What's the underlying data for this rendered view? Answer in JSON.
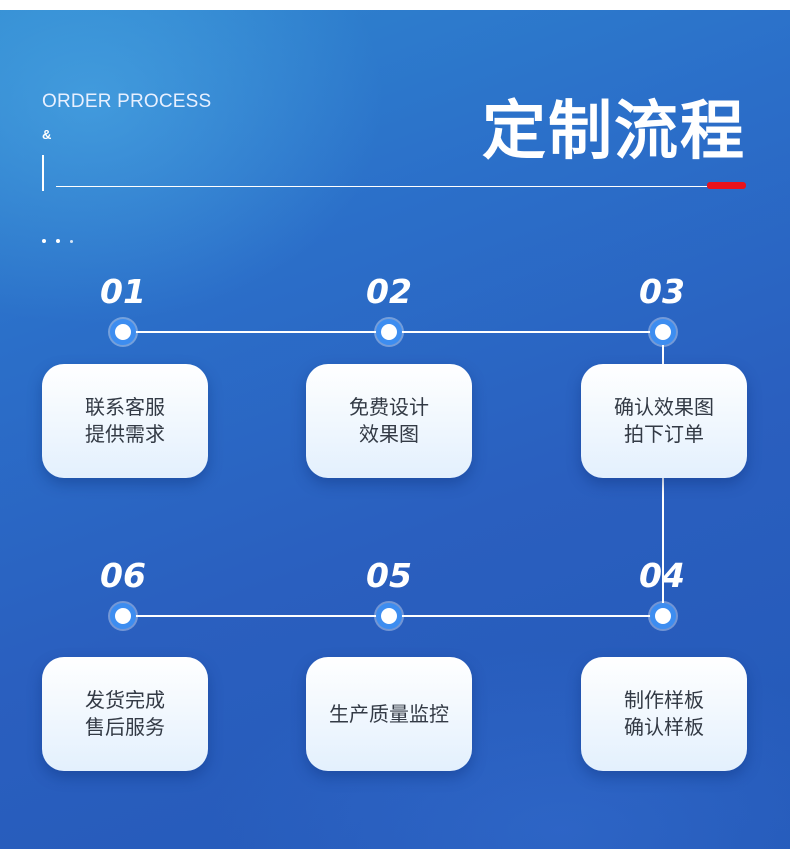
{
  "header": {
    "en_title": "ORDER PROCESS",
    "ampersand": "&",
    "cn_title": "定制流程"
  },
  "colors": {
    "accent_red": "#e8121b",
    "node_blue": "#3d8df0",
    "background_blue": "#2a5fbf"
  },
  "steps": [
    {
      "num": "01",
      "line1": "联系客服",
      "line2": "提供需求"
    },
    {
      "num": "02",
      "line1": "免费设计",
      "line2": "效果图"
    },
    {
      "num": "03",
      "line1": "确认效果图",
      "line2": "拍下订单"
    },
    {
      "num": "04",
      "line1": "制作样板",
      "line2": "确认样板"
    },
    {
      "num": "05",
      "line1": "生产质量监控",
      "line2": ""
    },
    {
      "num": "06",
      "line1": "发货完成",
      "line2": "售后服务"
    }
  ]
}
